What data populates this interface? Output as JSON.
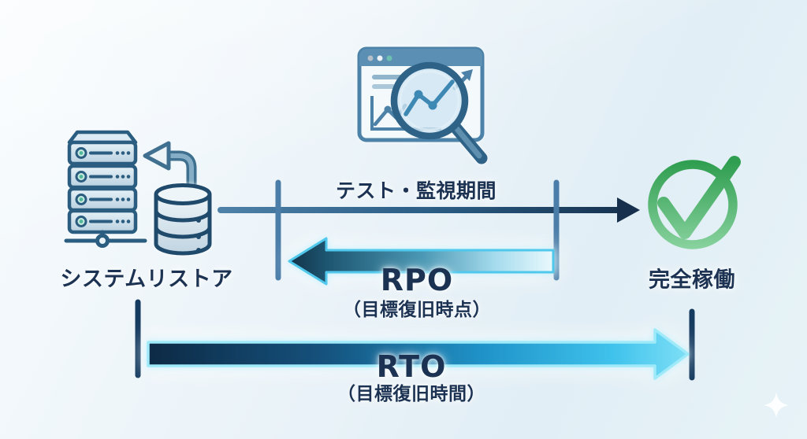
{
  "diagram": {
    "title_context": "RPO / RTO recovery timeline diagram",
    "labels": {
      "system_restore": "システムリストア",
      "test_monitor_period": "テスト・監視期間",
      "rpo": "RPO",
      "rpo_sub": "（目標復旧時点）",
      "rto": "RTO",
      "rto_sub": "（目標復旧時間）",
      "full_operation": "完全稼働"
    },
    "icons": [
      {
        "name": "server-rack-icon",
        "meaning": "restored system servers"
      },
      {
        "name": "database-icon",
        "meaning": "backup data"
      },
      {
        "name": "restore-arrow-icon",
        "meaning": "data restored from backup to servers"
      },
      {
        "name": "monitoring-icon",
        "meaning": "browser window with chart and magnifying glass"
      },
      {
        "name": "check-circle-icon",
        "meaning": "fully operational state"
      },
      {
        "name": "sparkle-icon",
        "meaning": "decorative sparkle"
      }
    ],
    "palette": {
      "background_light": "#f7fbfd",
      "background_shade": "#e1eef5",
      "text_navy": "#1c3252",
      "outline_navy": "#24506e",
      "steel_blue": "#4d82a8",
      "timeline_dark": "#16314e",
      "tick_steel": "#4a7da8",
      "tick_navy": "#143a5f",
      "arrow_dark": "#0e2b47",
      "arrow_cyan": "#3fc0ea",
      "arrow_light": "#e9f8fd",
      "check_green_dark": "#2f9e50",
      "check_green_light": "#8ad3a0"
    }
  }
}
